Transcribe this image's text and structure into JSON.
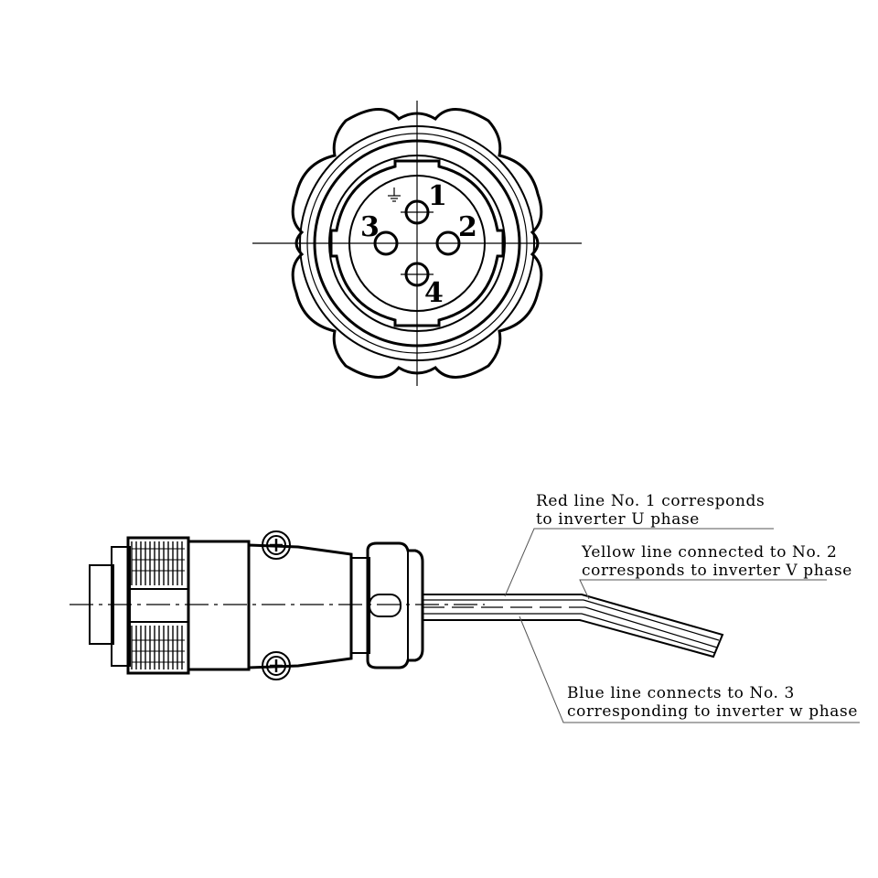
{
  "front_view": {
    "pins": [
      {
        "label": "1"
      },
      {
        "label": "2"
      },
      {
        "label": "3"
      },
      {
        "label": "4"
      }
    ],
    "ground_symbol": "ground-icon"
  },
  "callouts": [
    {
      "line1": "Red line No. 1 corresponds",
      "line2": "to inverter U phase"
    },
    {
      "line1": "Yellow line connected to No. 2",
      "line2": "corresponds to inverter V phase"
    },
    {
      "line1": "Blue line connects to No. 3",
      "line2": "corresponding to inverter w phase"
    }
  ]
}
